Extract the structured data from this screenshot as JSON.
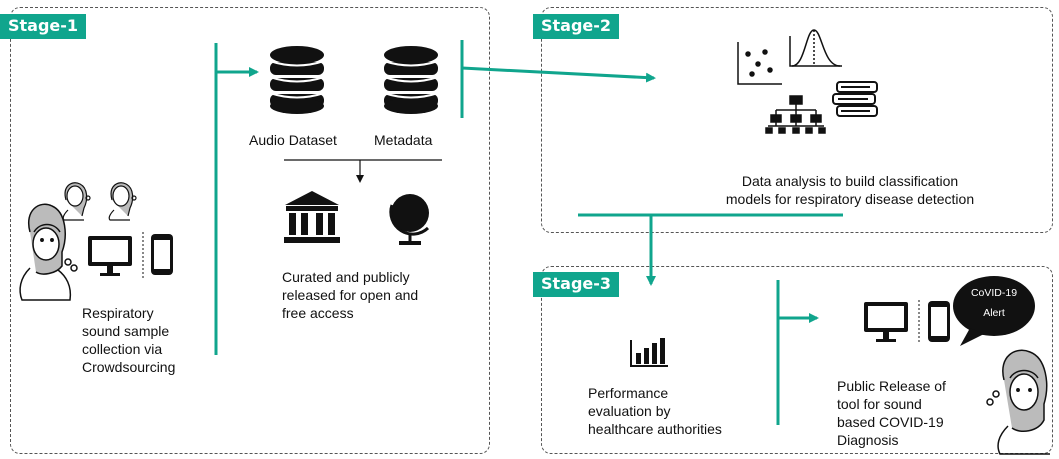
{
  "stages": {
    "stage1": "Stage-1",
    "stage2": "Stage-2",
    "stage3": "Stage-3"
  },
  "labels": {
    "audio_dataset": "Audio Dataset",
    "metadata": "Metadata",
    "collection": [
      "Respiratory",
      "sound sample",
      "collection via",
      "Crowdsourcing"
    ],
    "curated": [
      "Curated and publicly",
      "released for open and",
      "free access"
    ],
    "analysis": [
      "Data analysis to build classification",
      "models for respiratory disease detection"
    ],
    "evaluation": [
      "Performance",
      "evaluation by",
      "healthcare authorities"
    ],
    "release": [
      "Public Release of",
      "tool for sound",
      "based COVID-19",
      "Diagnosis"
    ],
    "alert": [
      "CoVID-19",
      "Alert"
    ]
  },
  "colors": {
    "accent": "#10a58d",
    "ink": "#111111",
    "border": "#555555"
  }
}
